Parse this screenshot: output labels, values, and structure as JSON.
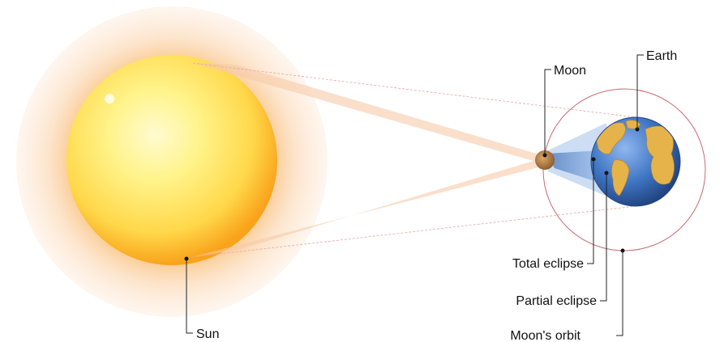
{
  "labels": {
    "sun": "Sun",
    "moon": "Moon",
    "earth": "Earth",
    "total_eclipse": "Total eclipse",
    "partial_eclipse": "Partial eclipse",
    "moons_orbit": "Moon's orbit"
  },
  "colors": {
    "sun_core": "#fff79a",
    "sun_mid": "#ffd84a",
    "sun_edge": "#f9a21a",
    "sun_glow": "#fbd3ad",
    "penumbra": "#f6c9a8",
    "umbra": "#5b86c9",
    "moon": "#b07a3e",
    "earth_ocean": "#3f76c4",
    "earth_land": "#e6b24a",
    "orbit": "#c96a72"
  },
  "icons": {
    "sun": "sun-icon",
    "moon": "moon-icon",
    "earth": "earth-globe-icon"
  }
}
